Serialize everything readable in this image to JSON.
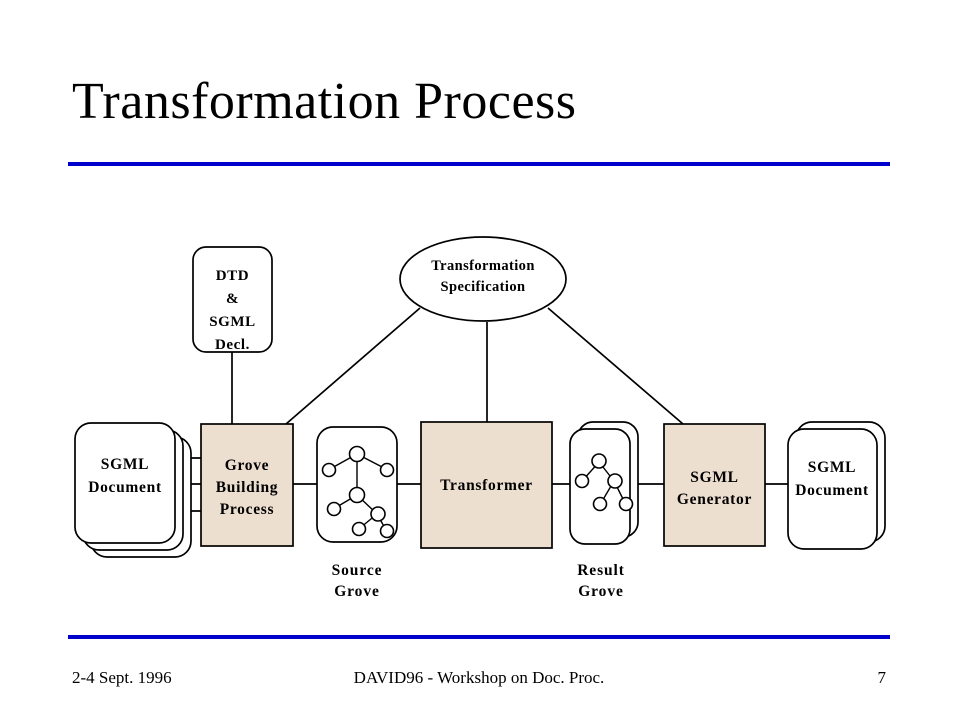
{
  "slide": {
    "title": "Transformation Process",
    "accent_color": "#0000CC",
    "process_box_color": "#EDDFD0",
    "background_color": "#FFFFFF"
  },
  "footer": {
    "date": "2-4 Sept. 1996",
    "event": "DAVID96 - Workshop on Doc. Proc.",
    "page_number": "7"
  },
  "diagram": {
    "type": "flow-diagram",
    "nodes": {
      "dtd": {
        "label_lines": [
          "DTD",
          "&",
          "SGML",
          "Decl."
        ],
        "shape": "rounded-rectangle",
        "fill": "#FFFFFF"
      },
      "transformation_spec": {
        "label_lines": [
          "Transformation",
          "Specification"
        ],
        "shape": "ellipse",
        "fill": "#FFFFFF"
      },
      "source_document": {
        "label_lines": [
          "SGML",
          "Document"
        ],
        "shape": "stacked-rounded-rectangle",
        "stack_count": 3,
        "fill": "#FFFFFF"
      },
      "grove_building_process": {
        "label_lines": [
          "Grove",
          "Building",
          "Process"
        ],
        "shape": "rectangle",
        "fill": "#EDDFD0"
      },
      "source_grove": {
        "label_lines": [],
        "caption_lines": [
          "Source",
          "Grove"
        ],
        "shape": "rounded-rectangle",
        "fill": "#FFFFFF",
        "tree_node_count": 8
      },
      "transformer": {
        "label_lines": [
          "Transformer"
        ],
        "shape": "rectangle",
        "fill": "#EDDFD0"
      },
      "result_grove": {
        "label_lines": [],
        "caption_lines": [
          "Result",
          "Grove"
        ],
        "shape": "stacked-rounded-rectangle",
        "stack_count": 2,
        "fill": "#FFFFFF",
        "tree_node_count": 5
      },
      "sgml_generator": {
        "label_lines": [
          "SGML",
          "Generator"
        ],
        "shape": "rectangle",
        "fill": "#EDDFD0"
      },
      "result_document": {
        "label_lines": [
          "SGML",
          "Document"
        ],
        "shape": "stacked-rounded-rectangle",
        "stack_count": 2,
        "fill": "#FFFFFF"
      }
    },
    "edges": [
      {
        "from": "dtd",
        "to": "grove_building_process"
      },
      {
        "from": "transformation_spec",
        "to": "grove_building_process"
      },
      {
        "from": "transformation_spec",
        "to": "transformer"
      },
      {
        "from": "transformation_spec",
        "to": "sgml_generator"
      },
      {
        "from": "source_document",
        "to": "grove_building_process"
      },
      {
        "from": "grove_building_process",
        "to": "source_grove"
      },
      {
        "from": "source_grove",
        "to": "transformer"
      },
      {
        "from": "transformer",
        "to": "result_grove"
      },
      {
        "from": "result_grove",
        "to": "sgml_generator"
      },
      {
        "from": "sgml_generator",
        "to": "result_document"
      }
    ]
  }
}
